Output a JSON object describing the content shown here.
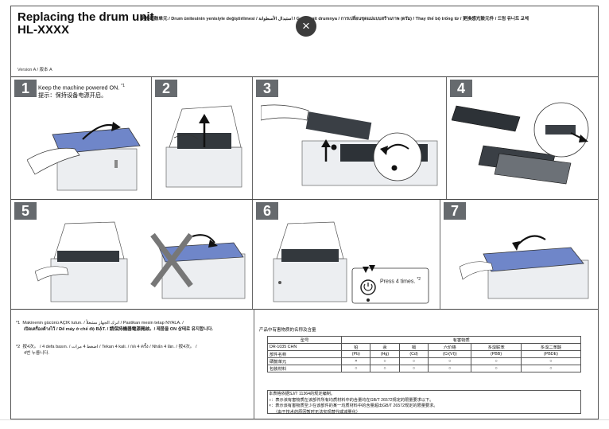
{
  "header": {
    "title_line1": "Replacing the drum unit",
    "title_line2": "HL-XXXX",
    "languages": "更换硒鼓单元 / Drum ünitesinin yenisiyle değiştirilmesi / استبدال الأسطوانة / Ganti unit drumnya / การเปลี่ยนชุดแม่แบบสร้างภาพ (ดรัม) / Thay thế bộ trống từ / 更換感光鼓元件 / 드럼 유니트 교체",
    "close_symbol": "×"
  },
  "version": "Version A / 版本 A",
  "steps": [
    {
      "number": "1",
      "line1": "Keep the machine powered ON.",
      "sup": "*1",
      "line2": "提示：保持设备电源开启。"
    },
    {
      "number": "2"
    },
    {
      "number": "3"
    },
    {
      "number": "4"
    },
    {
      "number": "5"
    },
    {
      "number": "6",
      "press_text": "Press 4 times.",
      "press_sup": "*2"
    },
    {
      "number": "7"
    }
  ],
  "notes": {
    "n1_mark": "*1",
    "n1_line1": "Makinenin gücünü AÇIK tutun. / اترك الجهاز مشغلاً / Pastikan mesin tetap NYALA. /",
    "n1_line2": "เปิดเครื่องค้างไว้ / Để máy ở chế độ BẬT. / 請保持機器電源開啟。/ 제품을 ON 상태로 유지합니다.",
    "n2_mark": "*2",
    "n2_line1": "按4次。 / 4 defa basın. / اضغط 4 مرات / Tekan 4 kali. / กด 4 ครั้ง / Nhấn 4 lần. / 按4次。 /",
    "n2_line2": "4번 누릅니다."
  },
  "hazard": {
    "title": "产品中有害物质的名称及含量",
    "col_model": "型号",
    "col_group": "有害物质",
    "model": "DR-1035 CHN",
    "headers": [
      "部件名称",
      "铅",
      "汞",
      "镉",
      "六价铬",
      "多溴联苯",
      "多溴二苯醚"
    ],
    "symbols": [
      "(Pb)",
      "(Hg)",
      "(Cd)",
      "(Cr(VI))",
      "(PBB)",
      "(PBDE)"
    ],
    "rows": [
      [
        "硒鼓单元",
        "×",
        "○",
        "○",
        "○",
        "○",
        "○"
      ],
      [
        "包装材料",
        "○",
        "○",
        "○",
        "○",
        "○",
        "○"
      ]
    ],
    "notes": [
      "本表格依据SJ/T 11364的规定编制。",
      "○：表示该有害物质在该部件所有均质材料中的含量均在GB/T 26572规定的限量要求以下。",
      "×：表示该有害物质至少在该部件的某一均质材料中的含量超出GB/T 26572规定的限量要求。",
      "（由于技术的原因暂时无法实现替代或减量化）"
    ]
  },
  "colors": {
    "badge": "#666a6e",
    "machine_blue": "#6f86c9",
    "machine_gray": "#cfd3d8"
  }
}
